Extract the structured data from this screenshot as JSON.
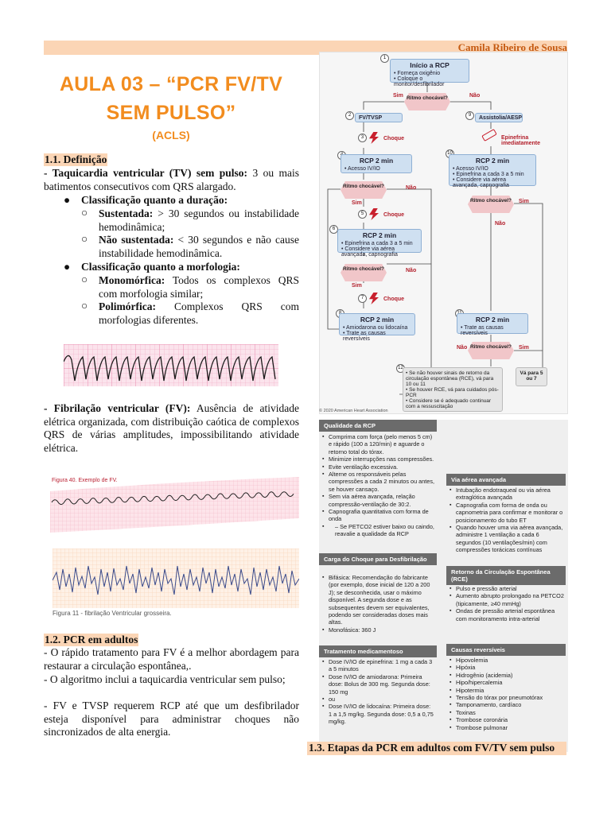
{
  "header": {
    "author": "Camila Ribeiro de Sousa"
  },
  "title": {
    "line1": "AULA 03 – “PCR FV/TV",
    "line2": "SEM PULSO”",
    "subtitle": "(ACLS)"
  },
  "s11": {
    "heading": "1.1. Definição",
    "tv_bold": "- Taquicardia ventricular (TV) sem pulso:",
    "tv_text": " 3 ou mais batimentos consecutivos com QRS alargado.",
    "dur_heading": "Classificação quanto a duração:",
    "sust_bold": "Sustentada:",
    "sust_text": " > 30 segundos ou instabilidade hemodinâmica;",
    "nsust_bold": "Não sustentada:",
    "nsust_text": " < 30 segundos e não cause instabilidade hemodinâmica.",
    "morf_heading": "Classificação quanto a morfologia:",
    "mono_bold": "Monomórfica:",
    "mono_text": " Todos os complexos QRS com morfologia similar;",
    "poli_bold": "Polimórfica:",
    "poli_text": " Complexos QRS com morfologias diferentes.",
    "fv_bold": "- Fibrilação ventricular (FV):",
    "fv_text": " Ausência de atividade elétrica organizada, com distribuição caótica de complexos QRS de várias amplitudes, impossibilitando atividade elétrica.",
    "fig40": "Figura 40. Exemplo de FV.",
    "fig11": "Figura 11 - fibrilação Ventricular grosseira."
  },
  "s12": {
    "heading": "1.2. PCR em adultos",
    "p1": "- O rápido tratamento para FV é a melhor abordagem para restaurar a circulação espontânea,.",
    "p2": "- O algoritmo inclui a taquicardia ventricular sem pulso;",
    "p3": "- FV e TVSP requerem RCP até que um desfibrilador esteja disponível para administrar choques não sincronizados de alta energia."
  },
  "flow": {
    "n1_title": "Início a RCP",
    "n1_items": [
      "• Forneça oxigênio",
      "• Coloque o monitor/desfibrilador"
    ],
    "d1": "Ritmo chocável?",
    "yes": "Sim",
    "no": "Não",
    "n2": "FV/TVSP",
    "n9": "Assistolia/AESP",
    "shock": "Choque",
    "epi": "Epinefrina imediatamente",
    "rcp": "RCP 2 min",
    "n4_items": [
      "• Acesso IV/IO"
    ],
    "n6_items": [
      "• Epinefrina a cada 3 a 5 min",
      "• Considere via aérea avançada, capnografia"
    ],
    "n8_items": [
      "• Amiodarona ou lidocaína",
      "• Trate as causas reversíveis"
    ],
    "n10_items": [
      "• Acesso IV/IO",
      "• Epinefrina a cada 3 a 5 min",
      "• Considere via aérea avançada, capnografia"
    ],
    "n11_items": [
      "• Trate as causas reversíveis"
    ],
    "n12_items": [
      "• Se não houver sinais de retorno da circulação espontânea (RCE), vá para 10 ou 11",
      "• Se houver RCE, vá para cuidados pós-PCR",
      "• Considere se é adequado continuar com a ressuscitação"
    ],
    "goto": "Vá para 5 ou 7",
    "nums": [
      "1",
      "2",
      "3",
      "4",
      "5",
      "6",
      "7",
      "8",
      "9",
      "10",
      "11",
      "12"
    ],
    "copyright": "© 2020 American Heart Association"
  },
  "quality": {
    "h1": "Qualidade da RCP",
    "q1": [
      "Comprima com força (pelo menos 5 cm) e rápido (100 a 120/min) e aguarde o retorno total do tórax.",
      "Minimize interrupções nas compressões.",
      "Evite ventilação excessiva.",
      "Alterne os responsáveis pelas compressões a cada 2 minutos ou antes, se houver cansaço.",
      "Sem via aérea avançada, relação compressão-ventilação de 30:2.",
      "Capnografia quantitativa com forma de onda",
      "– Se PETCO2 estiver baixo ou caindo, reavalie a qualidade da RCP"
    ],
    "h2": "Carga do Choque para Desfibrilação",
    "q2": [
      "Bifásica: Recomendação do fabricante (por exemplo, dose inicial de 120 a 200 J); se desconhecida, usar o máximo disponível. A segunda dose e as subsequentes devem ser equivalentes, podendo ser consideradas doses mais altas.",
      "Monofásica: 360 J"
    ],
    "h3": "Tratamento medicamentoso",
    "q3": [
      "Dose IV/IO de epinefrina: 1 mg a cada 3 a 5 minutos",
      "Dose IV/IO de amiodarona: Primeira dose: Bolus de 300 mg. Segunda dose: 150 mg",
      "ou",
      "Dose IV/IO de lidocaína: Primeira dose: 1 a 1,5 mg/kg. Segunda dose: 0,5 a 0,75 mg/kg."
    ],
    "h4": "Via aérea avançada",
    "q4": [
      "Intubação endotraqueal ou via aérea extraglótica avançada",
      "Capnografia com forma de onda ou capnometria para confirmar e monitorar o posicionamento do tubo ET",
      "Quando houver uma via aérea avançada, administre 1 ventilação a cada 6 segundos (10 ventilações/min) com compressões torácicas contínuas"
    ],
    "h5": "Retorno da Circulação Espontânea (RCE)",
    "q5": [
      "Pulso e pressão arterial",
      "Aumento abrupto prolongado na PETCO2 (tipicamente, ≥40 mmHg)",
      "Ondas de pressão arterial espontânea com monitoramento intra-arterial"
    ],
    "h6": "Causas reversíveis",
    "q6": [
      "Hipovolemia",
      "Hipóxia",
      "Hidrogênio (acidemia)",
      "Hipo/hipercalemia",
      "Hipotermia",
      "Tensão do tórax por pneumotórax",
      "Tamponamento, cardíaco",
      "Toxinas",
      "Trombose coronária",
      "Trombose pulmonar"
    ]
  },
  "s13": {
    "heading": "1.3. Etapas da PCR em adultos com FV/TV sem pulso"
  }
}
